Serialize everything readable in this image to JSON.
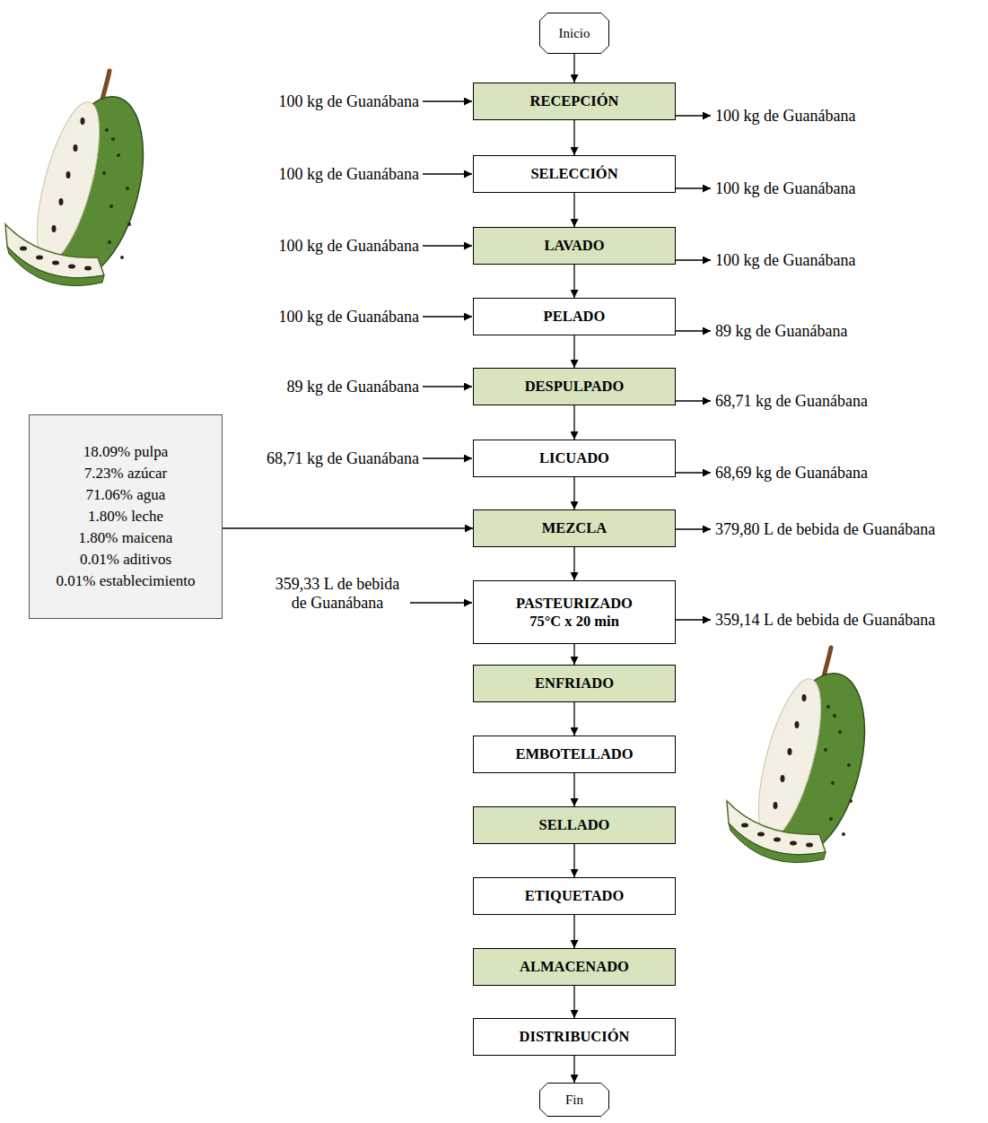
{
  "diagram": {
    "nodes": [
      {
        "text": [
          "Inicio"
        ]
      },
      {
        "text": [
          "RECEPCIÓN"
        ]
      },
      {
        "text": [
          "SELECCIÓN"
        ]
      },
      {
        "text": [
          "LAVADO"
        ]
      },
      {
        "text": [
          "PELADO"
        ]
      },
      {
        "text": [
          "DESPULPADO"
        ]
      },
      {
        "text": [
          "LICUADO"
        ]
      },
      {
        "text": [
          "MEZCLA"
        ]
      },
      {
        "text": [
          "PASTEURIZADO",
          "75°C x 20 min"
        ]
      },
      {
        "text": [
          "ENFRIADO"
        ]
      },
      {
        "text": [
          "EMBOTELLADO"
        ]
      },
      {
        "text": [
          "SELLADO"
        ]
      },
      {
        "text": [
          "ETIQUETADO"
        ]
      },
      {
        "text": [
          "ALMACENADO"
        ]
      },
      {
        "text": [
          "DISTRIBUCIÓN"
        ]
      },
      {
        "text": [
          "Fin"
        ]
      },
      {
        "text": [
          "18.09% pulpa",
          "7.23% azúcar",
          "71.06% agua",
          "1.80% leche",
          "1.80% maicena",
          "0.01% aditivos",
          "0.01% establecimiento"
        ]
      }
    ],
    "edges": [
      {
        "from": 0,
        "to": 1,
        "arrow": "to"
      },
      {
        "from": 1,
        "to": 2,
        "arrow": "to"
      },
      {
        "from": 2,
        "to": 3,
        "arrow": "to"
      },
      {
        "from": 3,
        "to": 4,
        "arrow": "to"
      },
      {
        "from": 4,
        "to": 5,
        "arrow": "to"
      },
      {
        "from": 5,
        "to": 6,
        "arrow": "to"
      },
      {
        "from": 6,
        "to": 7,
        "arrow": "to"
      },
      {
        "from": 7,
        "to": 8,
        "arrow": "to"
      },
      {
        "from": 8,
        "to": 9,
        "arrow": "to"
      },
      {
        "from": 9,
        "to": 10,
        "arrow": "to"
      },
      {
        "from": 10,
        "to": 11,
        "arrow": "to"
      },
      {
        "from": 11,
        "to": 12,
        "arrow": "to"
      },
      {
        "from": 12,
        "to": 13,
        "arrow": "to"
      },
      {
        "from": 13,
        "to": 14,
        "arrow": "to"
      },
      {
        "from": 14,
        "to": 15,
        "arrow": "to"
      },
      {
        "from": 16,
        "to": 7,
        "arrow": "to"
      }
    ],
    "labels": [
      "100 kg de Guanábana",
      "100 kg de Guanábana",
      "100 kg de Guanábana",
      "100 kg de Guanábana",
      "100 kg de Guanábana",
      "100 kg de Guanábana",
      "100 kg de Guanábana",
      "89 kg de Guanábana",
      "89 kg de Guanábana",
      "68,71 kg de Guanábana",
      "68,71 kg de Guanábana",
      "68,69 kg de Guanábana",
      "379,80 L de bebida de Guanábana",
      "359,33 L de bebida de Guanábana",
      "359,14 L de bebida de Guanábana"
    ]
  }
}
